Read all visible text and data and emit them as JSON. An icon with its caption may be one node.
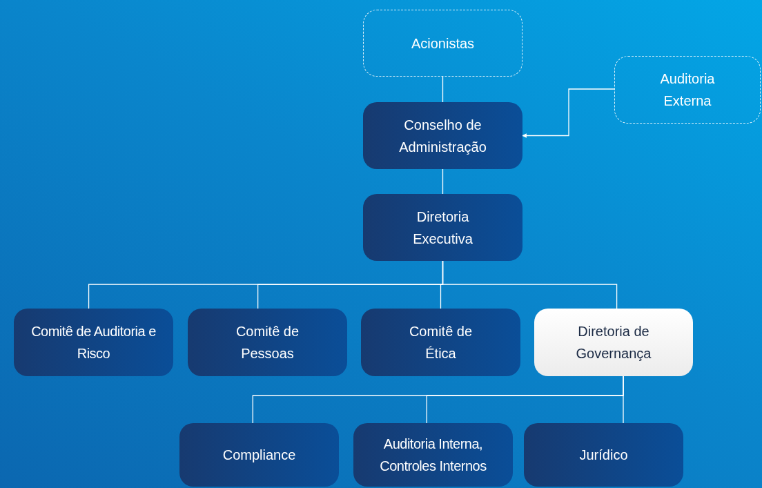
{
  "diagram": {
    "nodes": [
      {
        "text": [
          "Acionistas"
        ]
      },
      {
        "text": [
          "Auditoria Externa"
        ]
      },
      {
        "text": [
          "Conselho de Administração"
        ]
      },
      {
        "text": [
          "Diretoria Executiva"
        ]
      },
      {
        "text": [
          "Comitê de Auditoria e Risco"
        ]
      },
      {
        "text": [
          "Comitê de Pessoas"
        ]
      },
      {
        "text": [
          "Comitê de Ética"
        ]
      },
      {
        "text": [
          "Diretoria de Governança"
        ]
      },
      {
        "text": [
          "Compliance"
        ]
      },
      {
        "text": [
          "Auditoria Interna, Controles Internos"
        ]
      },
      {
        "text": [
          "Jurídico"
        ]
      }
    ],
    "edges": [
      {
        "from": 0,
        "to": 2,
        "arrow": "none"
      },
      {
        "from": 1,
        "to": 2,
        "arrow": "to"
      },
      {
        "from": 2,
        "to": 3,
        "arrow": "none"
      },
      {
        "from": 3,
        "to": 4,
        "arrow": "none"
      },
      {
        "from": 3,
        "to": 5,
        "arrow": "none"
      },
      {
        "from": 3,
        "to": 6,
        "arrow": "none"
      },
      {
        "from": 3,
        "to": 7,
        "arrow": "none"
      },
      {
        "from": 7,
        "to": 8,
        "arrow": "none"
      },
      {
        "from": 7,
        "to": 9,
        "arrow": "none"
      },
      {
        "from": 7,
        "to": 10,
        "arrow": "none"
      }
    ]
  }
}
